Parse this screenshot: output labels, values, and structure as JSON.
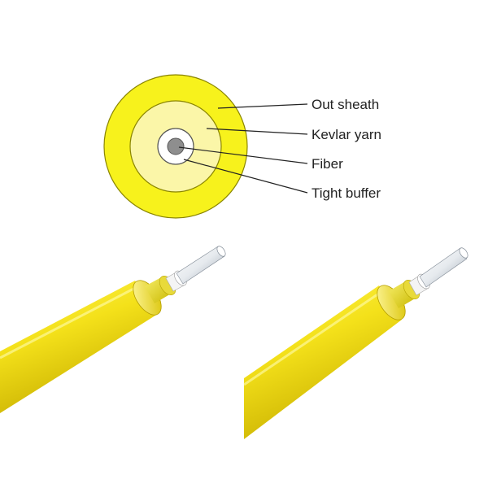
{
  "cross_section": {
    "labels": {
      "out_sheath": "Out sheath",
      "kevlar_yarn": "Kevlar yarn",
      "fiber": "Fiber",
      "tight_buffer": "Tight buffer"
    }
  },
  "colors": {
    "sheath": "#F7F21C",
    "sheath_outline": "#8A8500",
    "kevlar": "#FBF6A8",
    "tight_buffer": "#FFFFFF",
    "fiber_core": "#8E8E8E",
    "cable_light": "#FFF23A",
    "cable_dark": "#C9B300",
    "buffer_tube": "#F2F4F6",
    "buffer_tube_shade": "#9AA4B0"
  }
}
